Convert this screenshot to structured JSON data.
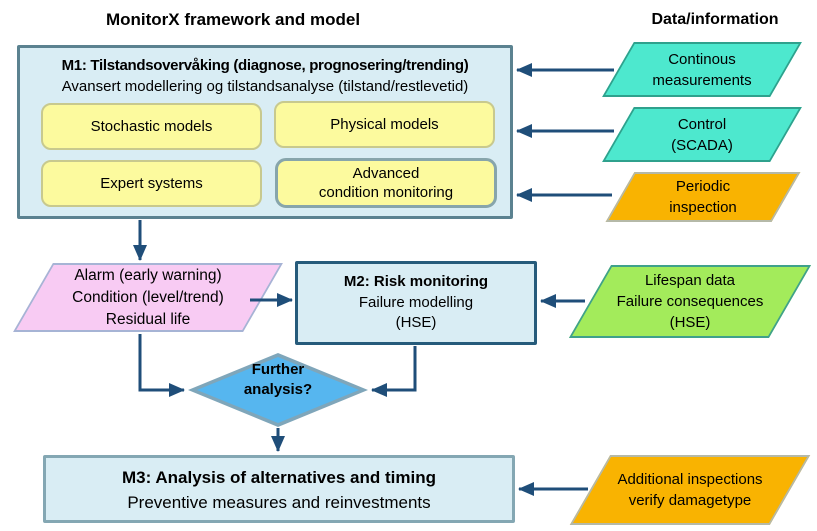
{
  "titles": {
    "framework": "MonitorX framework and model",
    "data_information": "Data/information"
  },
  "m1": {
    "title": "M1: Tilstandsovervåking (diagnose, prognosering/trending)",
    "subtitle": "Avansert modellering og tilstandsanalyse (tilstand/restlevetid)",
    "boxes": {
      "stochastic": "Stochastic models",
      "physical": "Physical models",
      "expert": "Expert systems",
      "advanced_line1": "Advanced",
      "advanced_line2": "condition monitoring"
    }
  },
  "inputs": {
    "continuous": {
      "line1": "Continous",
      "line2": "measurements"
    },
    "control": {
      "line1": "Control",
      "line2": "(SCADA)"
    },
    "periodic": {
      "line1": "Periodic",
      "line2": "inspection"
    },
    "lifespan": {
      "line1": "Lifespan data",
      "line2": "Failure consequences",
      "line3": "(HSE)"
    },
    "additional": {
      "line1": "Additional inspections",
      "line2": "verify damagetype"
    }
  },
  "outputs": {
    "alarm": {
      "line1": "Alarm (early warning)",
      "line2": "Condition (level/trend)",
      "line3": "Residual life"
    }
  },
  "m2": {
    "title": "M2: Risk monitoring",
    "line1": "Failure modelling",
    "line2": "(HSE)"
  },
  "decision": {
    "line1": "Further",
    "line2": "analysis?"
  },
  "m3": {
    "title": "M3: Analysis of alternatives and timing",
    "subtitle": "Preventive measures and reinvestments"
  },
  "colors": {
    "module_fill": "#D9EDF4",
    "m1_border": "#5B8290",
    "m2_border": "#265B7B",
    "m3_border": "#84A7B3",
    "model_box_fill": "#FCFA9E",
    "model_box_border": "#C8C98E",
    "advanced_border": "#87A5AB",
    "measurement_fill": "#4DE8CE",
    "inspection_fill": "#F9B301",
    "alarm_fill": "#F8CBF3",
    "lifespan_fill": "#A3EB5B",
    "decision_fill": "#56B6EF",
    "decision_border": "#7FA6BA",
    "arrow": "#1F4E79"
  }
}
